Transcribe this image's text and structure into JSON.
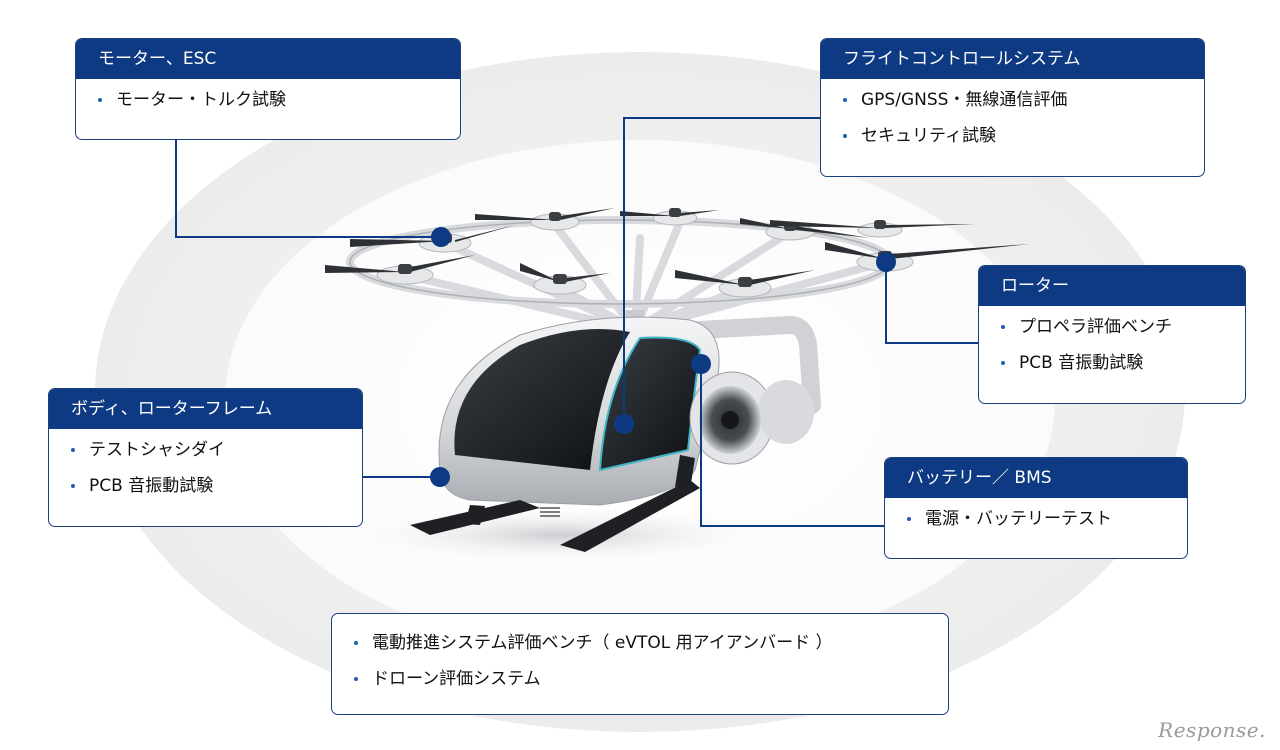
{
  "boxes": {
    "motor": {
      "header": "モーター、ESC",
      "items": [
        "モーター・トルク試験"
      ]
    },
    "flight": {
      "header": "フライトコントロールシステム",
      "items": [
        "GPS/GNSS・無線通信評価",
        "セキュリティ試験"
      ]
    },
    "rotor": {
      "header": "ローター",
      "items": [
        "プロペラ評価ベンチ",
        "PCB 音振動試験"
      ]
    },
    "body": {
      "header": "ボディ、ローターフレーム",
      "items": [
        "テストシャシダイ",
        "PCB 音振動試験"
      ]
    },
    "battery": {
      "header": "バッテリー／ BMS",
      "items": [
        "電源・バッテリーテスト"
      ]
    },
    "system": {
      "items": [
        "電動推進システム評価ベンチ（ eVTOL 用アイアンバード ）",
        "ドローン評価システム"
      ]
    }
  },
  "watermark": "Response.",
  "colors": {
    "header_bg": "#0e3a83",
    "connector": "#0e3a83",
    "bullet": "#1e5fb6"
  }
}
